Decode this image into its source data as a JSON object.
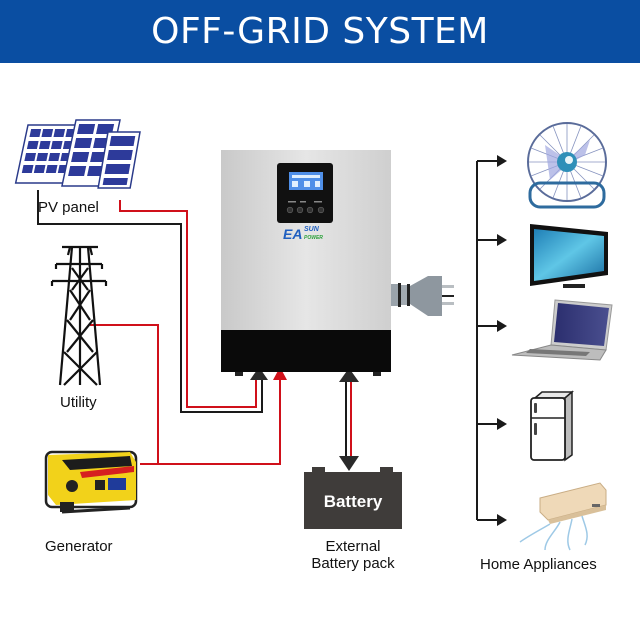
{
  "title": "OFF-GRID SYSTEM",
  "colors": {
    "banner": "#0a4ea2",
    "wire_red": "#d0101a",
    "wire_black": "#1a1a1a",
    "battery": "#3f3c3a",
    "inverter_body": "#d9d9d9",
    "inverter_base": "#0a0a0a"
  },
  "sources": {
    "pv_panel": {
      "label": "PV panel",
      "icon": "solar-panel-icon"
    },
    "utility": {
      "label": "Utility",
      "icon": "power-tower-icon"
    },
    "generator": {
      "label": "Generator",
      "icon": "generator-icon"
    }
  },
  "inverter": {
    "brand_main": "EA",
    "brand_top": "SUN",
    "brand_bottom": "POWER",
    "icon": "inverter-icon"
  },
  "battery": {
    "box_label": "Battery",
    "caption_line1": "External",
    "caption_line2": "Battery pack",
    "icon": "battery-icon"
  },
  "appliances": {
    "label": "Home Appliances",
    "items": [
      {
        "name": "fan",
        "icon": "fan-icon"
      },
      {
        "name": "tv",
        "icon": "tv-icon"
      },
      {
        "name": "laptop",
        "icon": "laptop-icon"
      },
      {
        "name": "refrigerator",
        "icon": "refrigerator-icon"
      },
      {
        "name": "air-conditioner",
        "icon": "air-conditioner-icon"
      }
    ]
  },
  "plug": {
    "icon": "plug-icon"
  }
}
